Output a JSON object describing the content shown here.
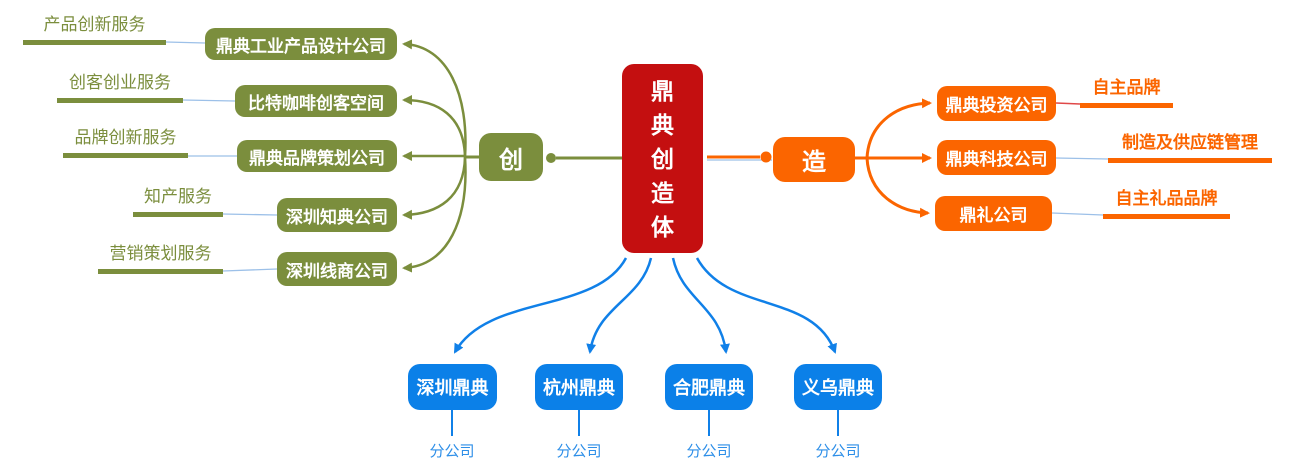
{
  "root": {
    "label": "鼎典创造体",
    "color": "#C40F10"
  },
  "left_branch": {
    "label": "创",
    "color": "#7B8E3D",
    "items": [
      {
        "service": "产品创新服务",
        "company": "鼎典工业产品设计公司"
      },
      {
        "service": "创客创业服务",
        "company": "比特咖啡创客空间"
      },
      {
        "service": "品牌创新服务",
        "company": "鼎典品牌策划公司"
      },
      {
        "service": "知产服务",
        "company": "深圳知典公司"
      },
      {
        "service": "营销策划服务",
        "company": "深圳线商公司"
      }
    ]
  },
  "right_branch": {
    "label": "造",
    "color": "#FB6500",
    "items": [
      {
        "company": "鼎典投资公司",
        "service": "自主品牌"
      },
      {
        "company": "鼎典科技公司",
        "service": "制造及供应链管理"
      },
      {
        "company": "鼎礼公司",
        "service": "自主礼品品牌"
      }
    ]
  },
  "bottom_branch": {
    "color": "#0B80E8",
    "items": [
      {
        "company": "深圳鼎典",
        "type": "分公司"
      },
      {
        "company": "杭州鼎典",
        "type": "分公司"
      },
      {
        "company": "合肥鼎典",
        "type": "分公司"
      },
      {
        "company": "义乌鼎典",
        "type": "分公司"
      }
    ]
  },
  "connector_colors": {
    "olive": "#7B8E3D",
    "orange": "#FB6500",
    "blue": "#1080E8",
    "light_blue": "#9CC0E8",
    "thin_red": "#E04848"
  }
}
